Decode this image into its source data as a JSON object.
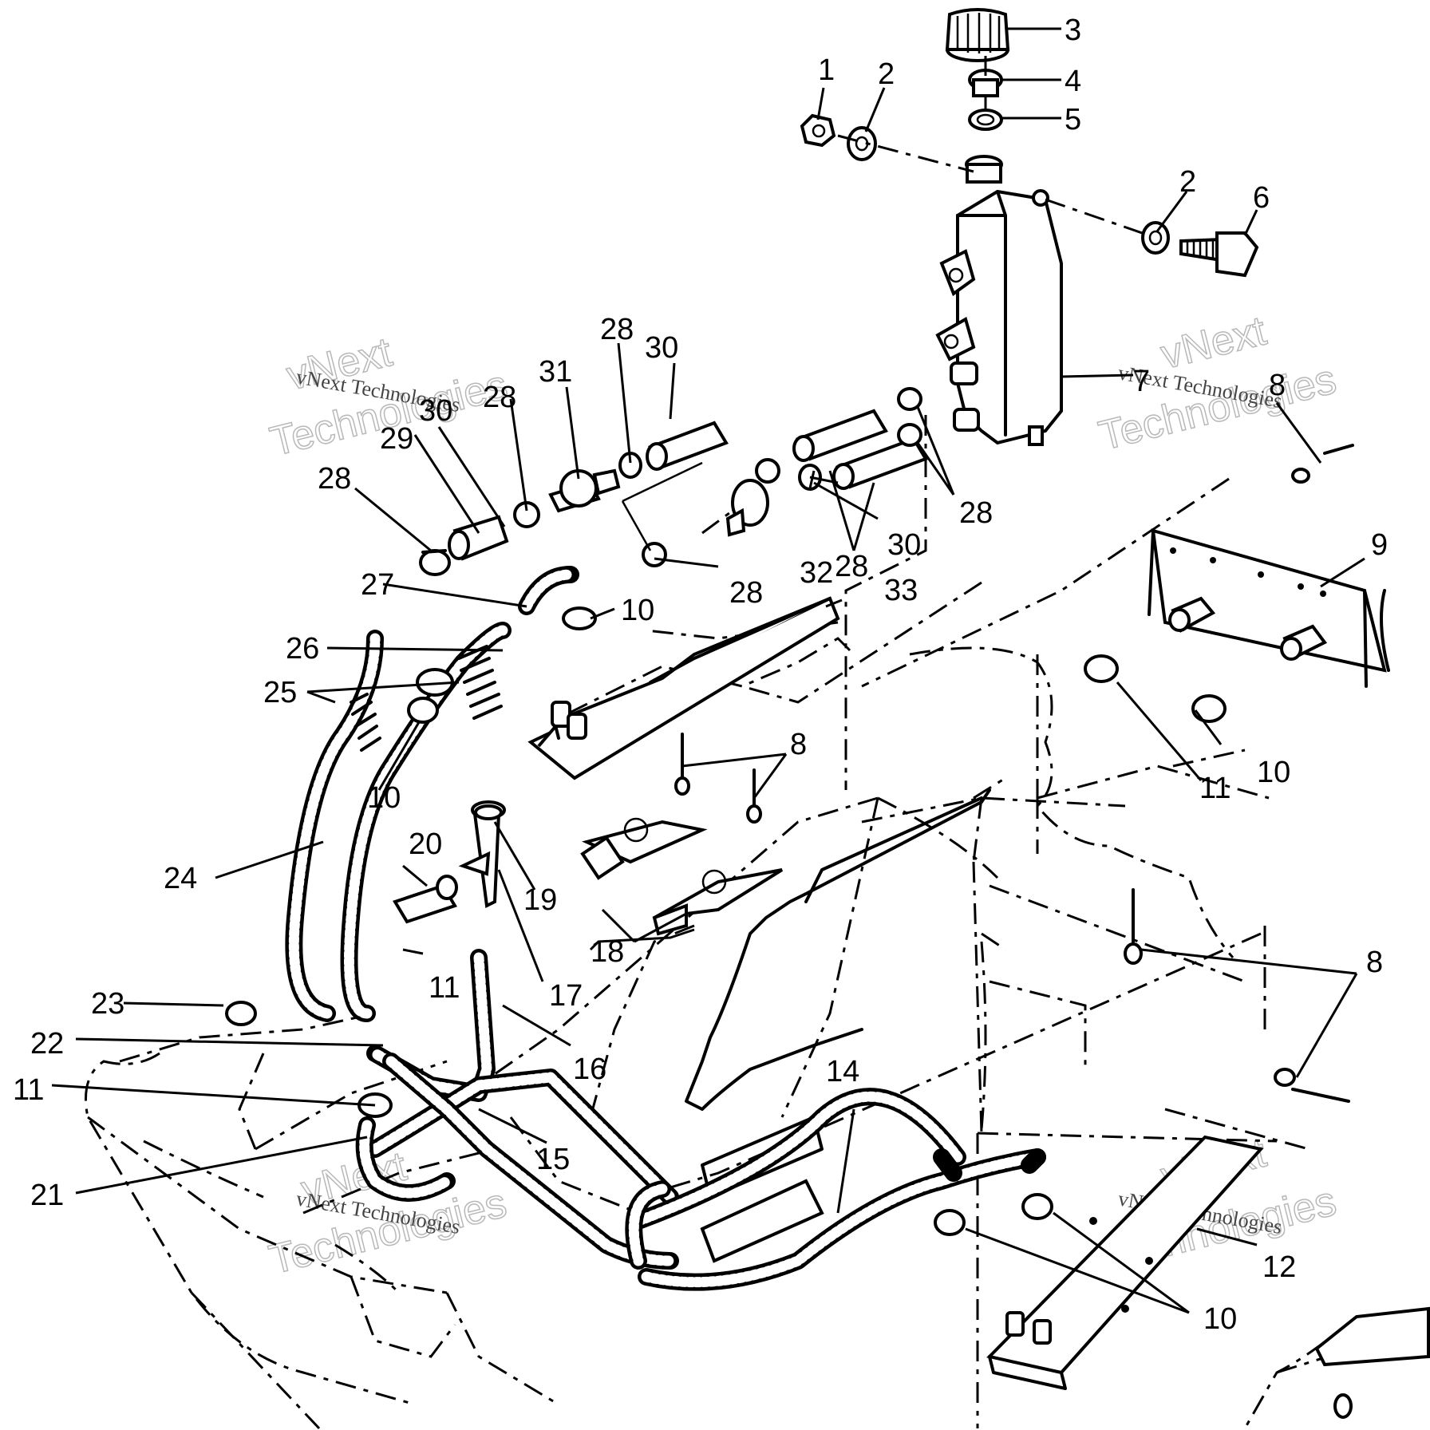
{
  "callouts": {
    "c1": "1",
    "c2a": "2",
    "c3": "3",
    "c4": "4",
    "c5": "5",
    "c2b": "2",
    "c6": "6",
    "c7": "7",
    "c8a": "8",
    "c9": "9",
    "c28a": "28",
    "c30a": "30",
    "c31": "31",
    "c30b": "30",
    "c28b": "28",
    "c29": "29",
    "c28c": "28",
    "c28d": "28",
    "c28e": "28",
    "c30c": "30",
    "c32": "32",
    "c28f": "28",
    "c27": "27",
    "c33": "33",
    "c10a": "10",
    "c26": "26",
    "c25": "25",
    "c10b": "10",
    "c8b": "8",
    "c11a": "11",
    "c10c": "10",
    "c20": "20",
    "c19": "19",
    "c24": "24",
    "c18": "18",
    "c17": "17",
    "c11b": "11",
    "c8c": "8",
    "c23": "23",
    "c22": "22",
    "c16": "16",
    "c11c": "11",
    "c14": "14",
    "c15": "15",
    "c21": "21",
    "c12": "12",
    "c10d": "10"
  },
  "watermark": {
    "big_line1": "vNext",
    "big_line2": "Technologies",
    "small": "vNext Technologies"
  }
}
